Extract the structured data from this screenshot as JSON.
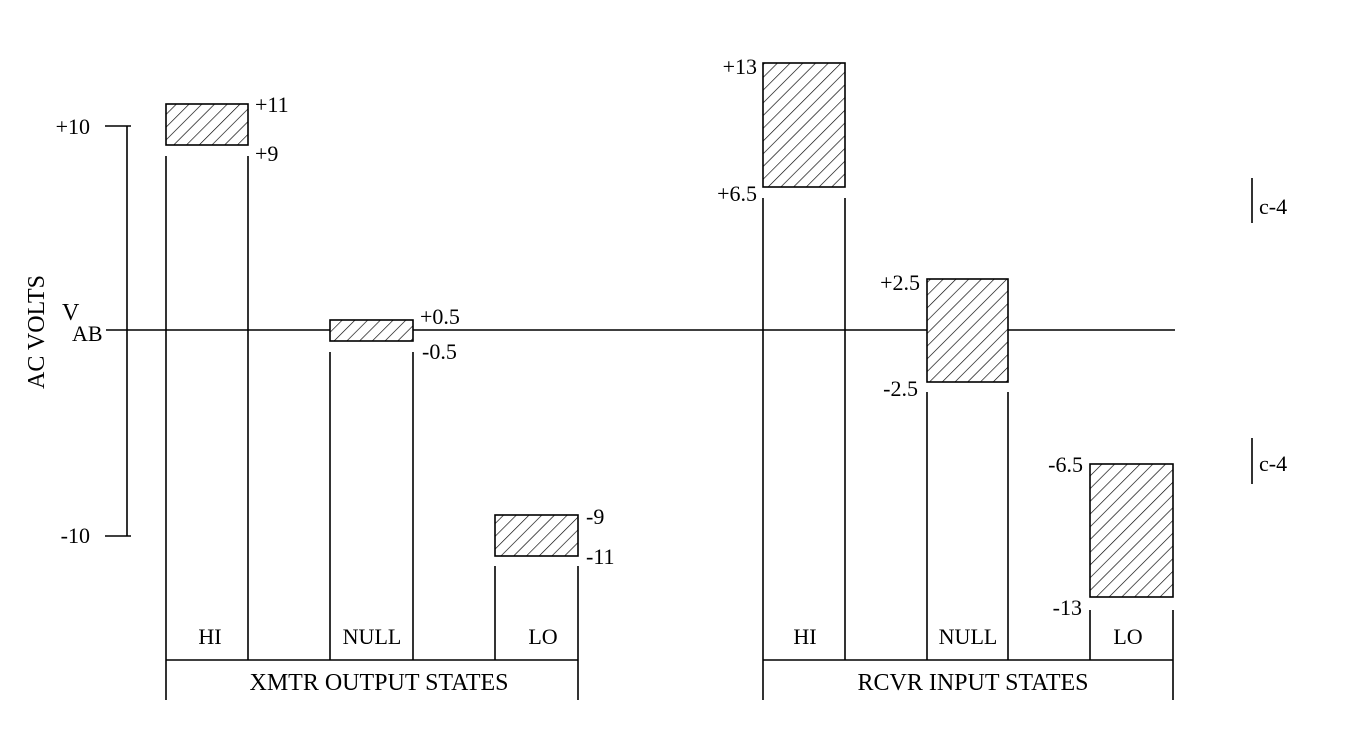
{
  "axis": {
    "label": "AC VOLTS",
    "reference_main": "V",
    "reference_sub": "AB",
    "ticks": [
      "+10",
      "-10"
    ]
  },
  "groups": [
    {
      "title": "XMTR OUTPUT STATES",
      "states": [
        {
          "name": "HI",
          "upper": "+11",
          "lower": "+9"
        },
        {
          "name": "NULL",
          "upper": "+0.5",
          "lower": "-0.5"
        },
        {
          "name": "LO",
          "upper": "-9",
          "lower": "-11"
        }
      ]
    },
    {
      "title": "RCVR INPUT STATES",
      "states": [
        {
          "name": "HI",
          "upper": "+13",
          "lower": "+6.5"
        },
        {
          "name": "NULL",
          "upper": "+2.5",
          "lower": "-2.5"
        },
        {
          "name": "LO",
          "upper": "-6.5",
          "lower": "-13"
        }
      ]
    }
  ],
  "change_marks": [
    "c-4",
    "c-4"
  ]
}
